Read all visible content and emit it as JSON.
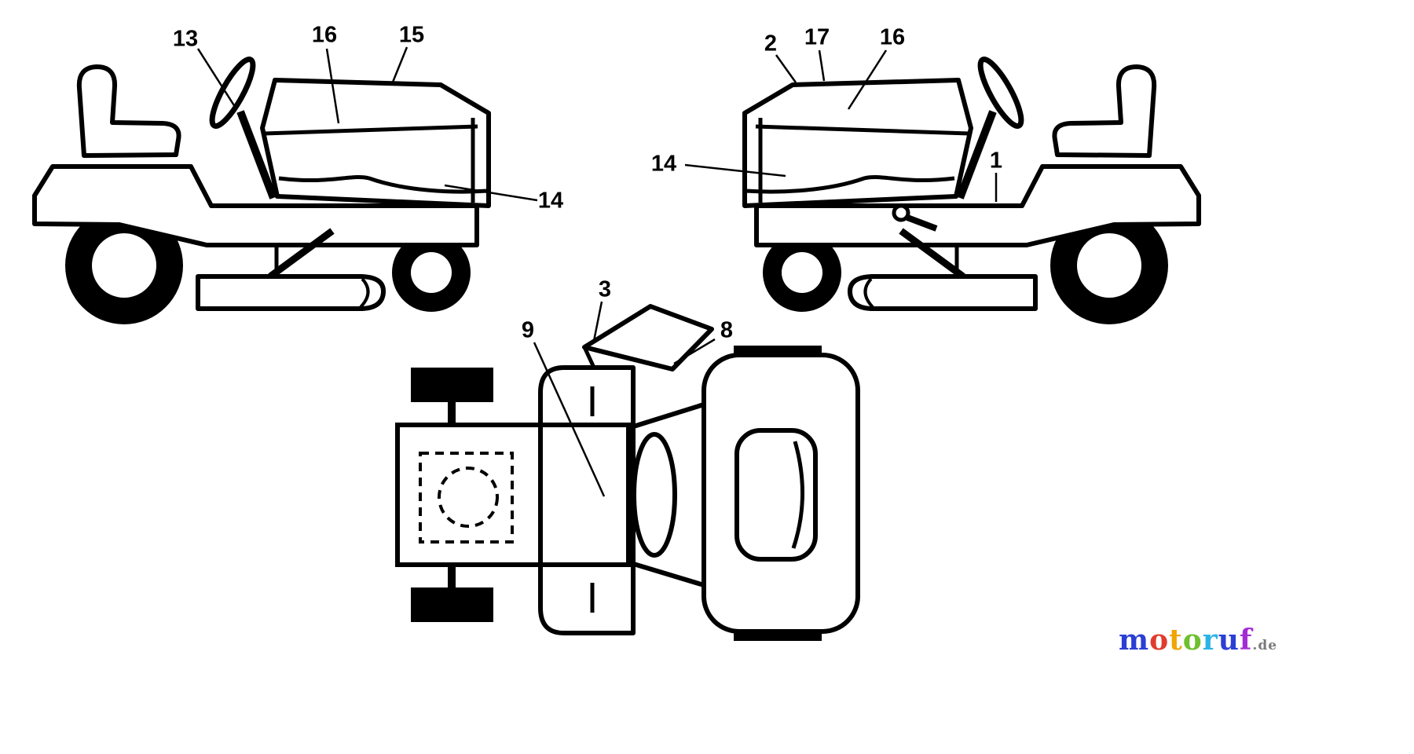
{
  "canvas": {
    "background": "#ffffff",
    "line_color": "#000000"
  },
  "callouts": {
    "left_view": [
      {
        "label": "13"
      },
      {
        "label": "16"
      },
      {
        "label": "15"
      },
      {
        "label": "14"
      }
    ],
    "right_view": [
      {
        "label": "2"
      },
      {
        "label": "17"
      },
      {
        "label": "16"
      },
      {
        "label": "14"
      },
      {
        "label": "1"
      }
    ],
    "top_view": [
      {
        "label": "3"
      },
      {
        "label": "9"
      },
      {
        "label": "8"
      }
    ]
  },
  "logo": {
    "letters": [
      {
        "ch": "m",
        "color": "#2b3fd4"
      },
      {
        "ch": "o",
        "color": "#e03c2d"
      },
      {
        "ch": "t",
        "color": "#f0a500"
      },
      {
        "ch": "o",
        "color": "#6fbf2e"
      },
      {
        "ch": "r",
        "color": "#2bb3e6"
      },
      {
        "ch": "u",
        "color": "#2b3fd4"
      },
      {
        "ch": "f",
        "color": "#a32bd4"
      }
    ],
    "suffix": ".de",
    "suffix_color": "#7a7a7a"
  }
}
